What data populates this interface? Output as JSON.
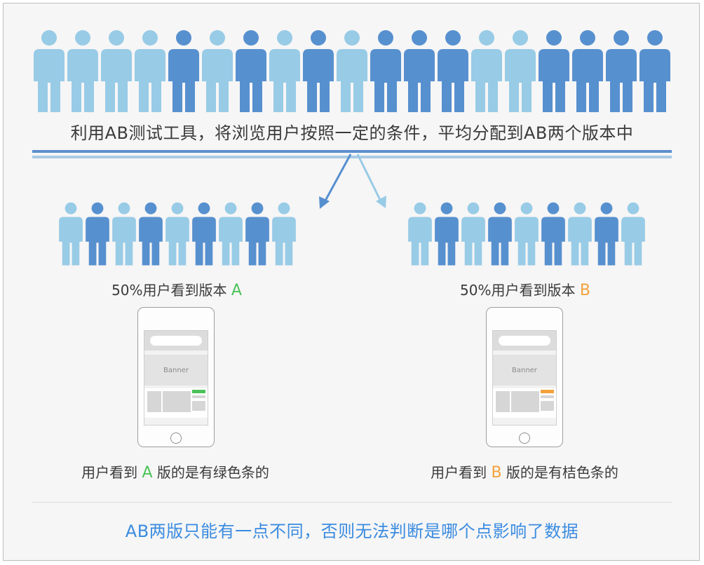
{
  "headline": "利用AB测试工具，将浏览用户按照一定的条件，平均分配到AB两个版本中",
  "colors": {
    "person_light": "#98cbe6",
    "person_dark": "#5790cf",
    "variant_a": "#4cc25a",
    "variant_b": "#f3a13b",
    "conclusion": "#3a8be0"
  },
  "top_crowd": {
    "pattern": [
      "light",
      "light",
      "light",
      "light",
      "dark",
      "light",
      "dark",
      "light",
      "dark",
      "light",
      "dark",
      "dark",
      "dark",
      "light",
      "light",
      "dark",
      "dark",
      "dark",
      "dark"
    ]
  },
  "group_a": {
    "pattern": [
      "light",
      "dark",
      "light",
      "dark",
      "light",
      "dark",
      "light",
      "dark",
      "light"
    ],
    "caption_prefix": "50%用户看到版本 ",
    "caption_letter": "A",
    "phone": {
      "banner_label": "Banner",
      "strip_color": "#4cc25a"
    },
    "note_prefix": "用户看到 ",
    "note_letter": "A",
    "note_suffix": " 版的是有绿色条的"
  },
  "group_b": {
    "pattern": [
      "light",
      "dark",
      "light",
      "dark",
      "light",
      "dark",
      "light",
      "dark",
      "light"
    ],
    "caption_prefix": "50%用户看到版本 ",
    "caption_letter": "B",
    "phone": {
      "banner_label": "Banner",
      "strip_color": "#f3a13b"
    },
    "note_prefix": "用户看到 ",
    "note_letter": "B",
    "note_suffix": " 版的是有桔色条的"
  },
  "conclusion": "AB两版只能有一点不同，否则无法判断是哪个点影响了数据"
}
